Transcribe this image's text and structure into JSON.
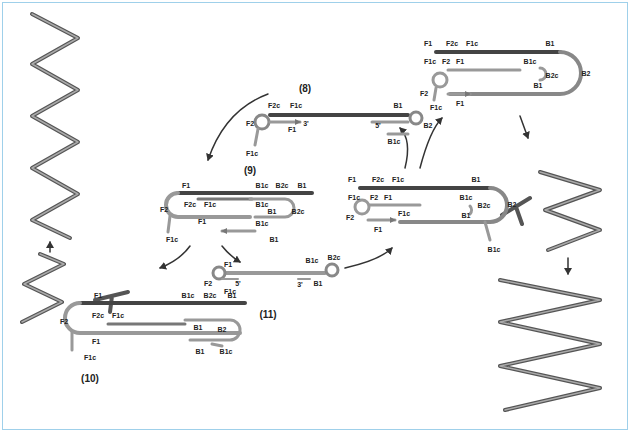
{
  "diagram": {
    "labels": [
      "(8)",
      "F2c",
      "F1c",
      "B1",
      "F2",
      "F1",
      "5'",
      "B2",
      "B1c",
      "F1c",
      "3'",
      "(9)",
      "F1",
      "B1c",
      "B2c",
      "B1",
      "F2",
      "F2c",
      "F1c",
      "B1c",
      "B1",
      "B2c",
      "F1",
      "B1c",
      "B1",
      "F1c",
      "F1",
      "B1c",
      "B2c",
      "B1",
      "F2",
      "F2c",
      "F1c",
      "F1",
      "B1",
      "B2",
      "B1",
      "B1c",
      "F1c",
      "(10)",
      "F1",
      "F2",
      "5'",
      "F1c",
      "B1c",
      "B2c",
      "B1",
      "3'",
      "(11)",
      "F1",
      "F2c",
      "F1c",
      "B1",
      "F1c",
      "F2",
      "F1",
      "F1c",
      "B1c",
      "B2c",
      "B1",
      "B2",
      "F2",
      "F1",
      "B1c",
      "F1",
      "F2c",
      "F1c",
      "B1",
      "F1c",
      "F2",
      "F1",
      "B1c",
      "B2c",
      "B1",
      "B2",
      "F2",
      "F1c",
      "F1"
    ]
  }
}
